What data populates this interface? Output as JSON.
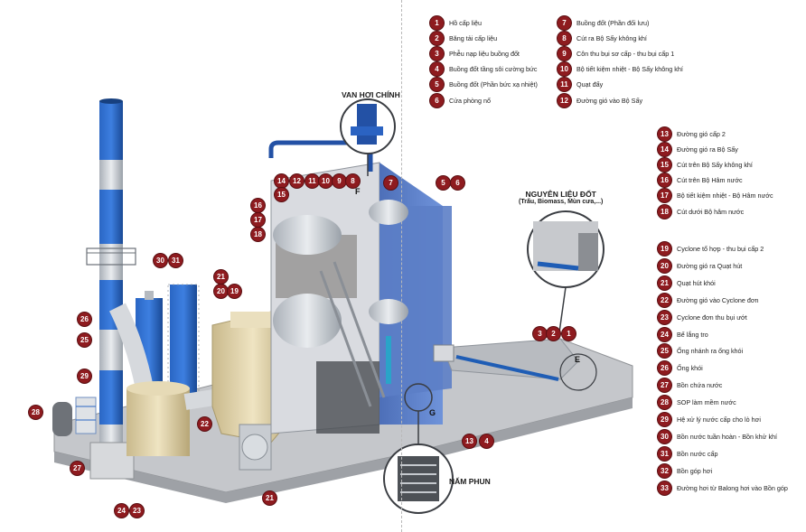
{
  "legend": [
    {
      "num": "1",
      "label": "Hồ cấp liệu"
    },
    {
      "num": "2",
      "label": "Băng tải cấp liệu"
    },
    {
      "num": "3",
      "label": "Phễu nạp liệu buồng đốt"
    },
    {
      "num": "4",
      "label": "Buồng đốt tầng sôi cường bức"
    },
    {
      "num": "5",
      "label": "Buồng đốt (Phần bức xạ nhiệt)"
    },
    {
      "num": "6",
      "label": "Cửa phòng nổ"
    },
    {
      "num": "7",
      "label": "Buồng đốt (Phần đối lưu)"
    },
    {
      "num": "8",
      "label": "Cút ra Bộ Sấy không khí"
    },
    {
      "num": "9",
      "label": "Côn thu bụi sơ cấp - thu bụi cấp 1"
    },
    {
      "num": "10",
      "label": "Bộ tiết kiệm nhiệt - Bộ Sấy không khí"
    },
    {
      "num": "11",
      "label": "Quạt đẩy"
    },
    {
      "num": "12",
      "label": "Đường gió vào Bộ Sấy"
    },
    {
      "num": "13",
      "label": "Đường gió cấp 2"
    },
    {
      "num": "14",
      "label": "Đường gió ra Bộ Sấy"
    },
    {
      "num": "15",
      "label": "Cút trên Bộ Sấy không khí"
    },
    {
      "num": "16",
      "label": "Cút trên Bộ Hâm nước"
    },
    {
      "num": "17",
      "label": "Bộ tiết kiệm nhiệt - Bộ Hâm nước"
    },
    {
      "num": "18",
      "label": "Cút dưới Bộ hâm nước"
    },
    {
      "num": "19",
      "label": "Cyclone tổ hợp - thu bụi cấp 2"
    },
    {
      "num": "20",
      "label": "Đường gió ra Quạt hút"
    },
    {
      "num": "21",
      "label": "Quạt hút khói"
    },
    {
      "num": "22",
      "label": "Đường gió vào Cyclone đơn"
    },
    {
      "num": "23",
      "label": "Cyclone đơn thu bụi ướt"
    },
    {
      "num": "24",
      "label": "Bể lắng tro"
    },
    {
      "num": "25",
      "label": "Ống nhánh ra ống khói"
    },
    {
      "num": "26",
      "label": "Ống khói"
    },
    {
      "num": "27",
      "label": "Bồn chứa nước"
    },
    {
      "num": "28",
      "label": "SOP làm mềm nước"
    },
    {
      "num": "29",
      "label": "Hệ xử lý nước cấp cho lò hơi"
    },
    {
      "num": "30",
      "label": "Bồn nước tuần hoàn - Bồn khử khí"
    },
    {
      "num": "31",
      "label": "Bồn nước cấp"
    },
    {
      "num": "32",
      "label": "Bồn góp hơi"
    },
    {
      "num": "33",
      "label": "Đường hơi từ Balong hơi vào Bồn góp"
    }
  ],
  "callouts": {
    "steam_valve": "VAN HƠI CHÍNH",
    "fuel_title": "NGUYÊN LIỆU ĐỐT",
    "fuel_sub": "(Trấu, Biomass, Mùn cưa,...)",
    "nozzle": "NẤM PHUN"
  },
  "letters": {
    "f": "F",
    "e": "E",
    "g": "G"
  },
  "diagram_badges": [
    "14",
    "12",
    "11",
    "10",
    "9",
    "8",
    "7",
    "15",
    "16",
    "17",
    "18",
    "5",
    "6",
    "30",
    "31",
    "21",
    "20",
    "19",
    "26",
    "25",
    "29",
    "28",
    "27",
    "3",
    "2",
    "1",
    "13",
    "4",
    "22",
    "24",
    "23",
    "21"
  ],
  "colors": {
    "badge": "#8e1b1f",
    "stack_blue": "#1f57a8",
    "boiler_blue": "#5a7fc9",
    "tan": "#e0d2a8",
    "steel": "#c8ccd2",
    "floor": "#b7b9bd"
  }
}
